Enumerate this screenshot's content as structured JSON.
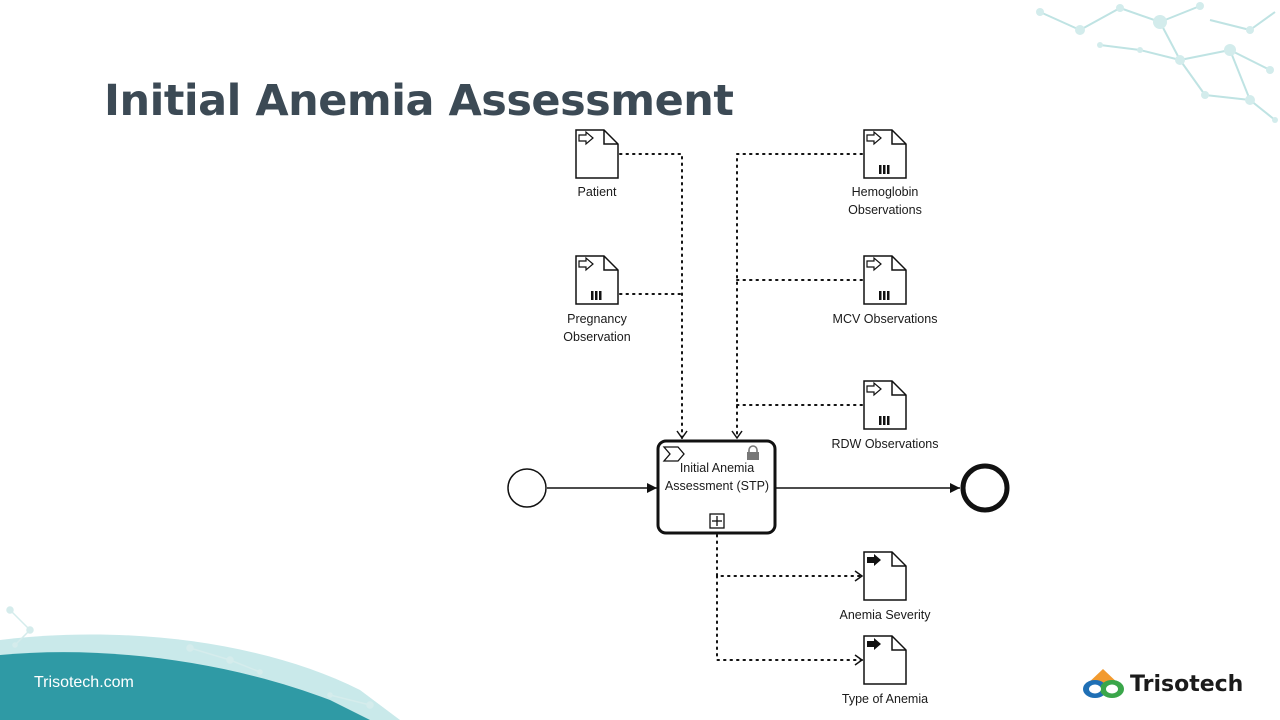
{
  "slide": {
    "title": "Initial Anemia Assessment",
    "footer_url": "Trisotech.com",
    "logo_text": "Trisotech"
  },
  "colors": {
    "title": "#3c4a55",
    "teal_wave": "#2f9aa5",
    "logo_orange": "#f29a2e",
    "logo_blue": "#1f6fb5",
    "logo_green": "#3aa64a"
  },
  "diagram": {
    "task": {
      "label": "Initial Anemia Assessment (STP)",
      "icons": [
        "decision-service-icon",
        "lock-icon",
        "collapsed-subprocess-icon"
      ]
    },
    "inputs": [
      {
        "label": "Patient",
        "collection": false
      },
      {
        "label": "Pregnancy Observation",
        "collection": true
      },
      {
        "label": "Hemoglobin Observations",
        "collection": true
      },
      {
        "label": "MCV Observations",
        "collection": true
      },
      {
        "label": "RDW Observations",
        "collection": true
      }
    ],
    "outputs": [
      {
        "label": "Anemia Severity"
      },
      {
        "label": "Type of Anemia"
      }
    ],
    "events": [
      "start-event",
      "end-event"
    ]
  }
}
